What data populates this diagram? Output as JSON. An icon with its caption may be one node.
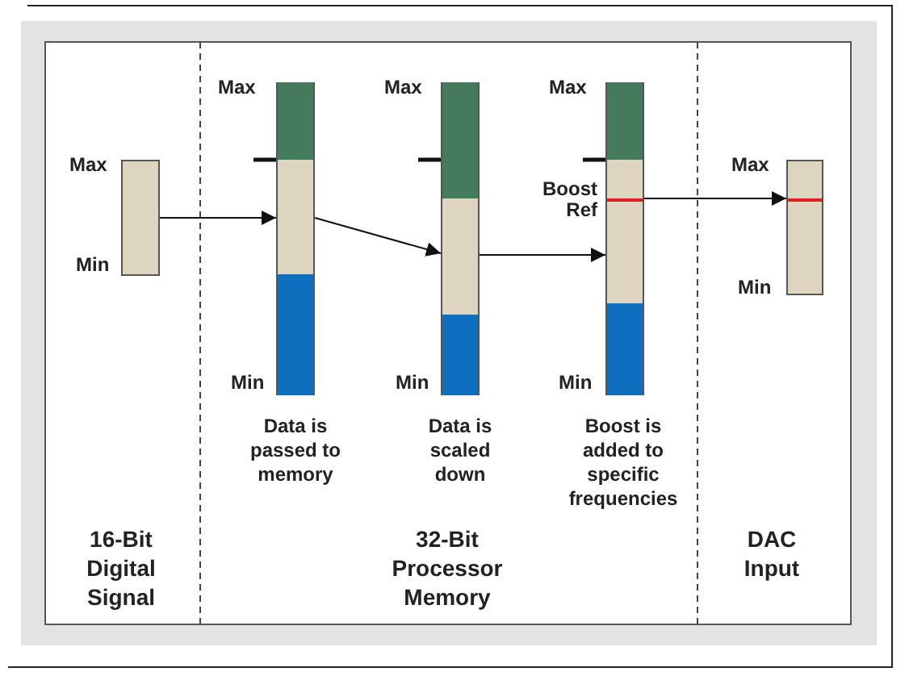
{
  "diagram": {
    "nodes": [
      {
        "text": [],
        "shape": "bar",
        "beside": [
          "Max",
          "Min"
        ]
      },
      {
        "text": [],
        "shape": "bar",
        "beside": [
          "Max",
          "Min"
        ]
      },
      {
        "text": [],
        "shape": "bar",
        "beside": [
          "Max",
          "Min"
        ]
      },
      {
        "text": [],
        "shape": "bar",
        "beside": [
          "Max",
          "Boost Ref",
          "Min"
        ]
      },
      {
        "text": [],
        "shape": "bar",
        "beside": [
          "Max",
          "Min"
        ]
      }
    ],
    "edges": [
      {
        "from": 0,
        "to": 1,
        "arrow": "to"
      },
      {
        "from": 1,
        "to": 2,
        "arrow": "to"
      },
      {
        "from": 2,
        "to": 3,
        "arrow": "to"
      },
      {
        "from": 3,
        "to": 4,
        "arrow": "to"
      }
    ],
    "labels": [
      "Data is passed to memory",
      "Data is scaled down",
      "Boost is added to specific frequencies",
      "16-Bit Digital Signal",
      "32-Bit Processor Memory",
      "DAC Input"
    ]
  }
}
